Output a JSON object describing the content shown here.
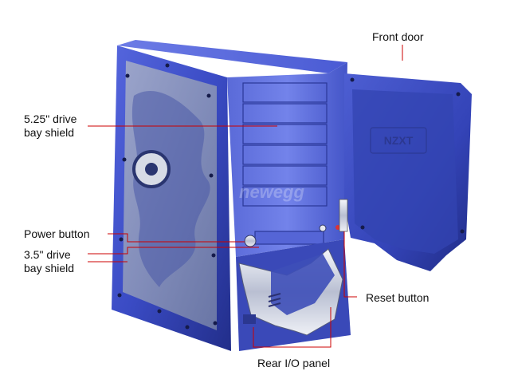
{
  "callouts": {
    "front_door": "Front door",
    "drive_525": [
      "5.25\" drive",
      "bay shield"
    ],
    "power_button": "Power button",
    "drive_35": [
      "3.5\" drive",
      "bay shield"
    ],
    "reset_button": "Reset button",
    "rear_io": "Rear I/O panel"
  },
  "watermark": "newegg",
  "door_logo": "NZXT",
  "colors": {
    "case_blue": "#3d4fc8",
    "case_dark": "#1f2a7a",
    "callout_line": "#cc0000",
    "window_tint": "#8f9bb8"
  }
}
